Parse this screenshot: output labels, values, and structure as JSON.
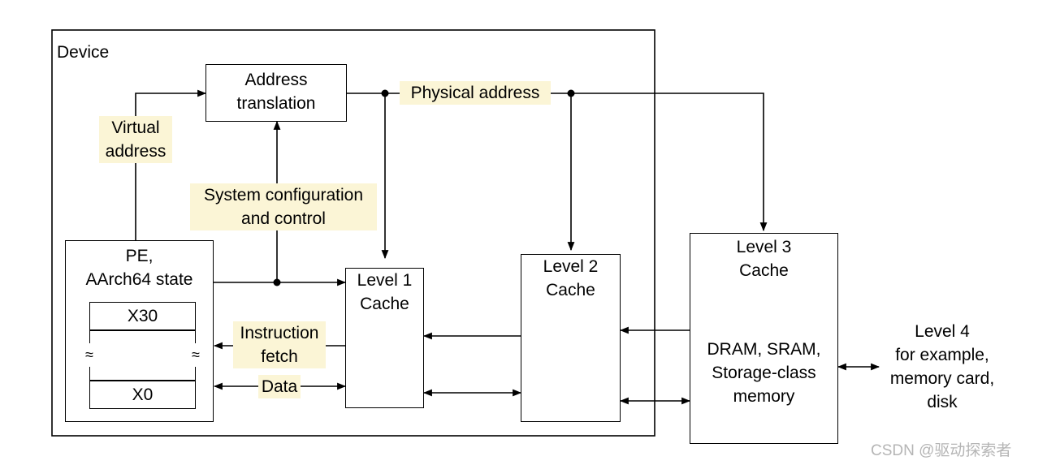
{
  "device_label": "Device",
  "address_translation": [
    "Address",
    "translation"
  ],
  "virtual_address": [
    "Virtual",
    "address"
  ],
  "physical_address": "Physical address",
  "system_config": [
    "System configuration",
    "and control"
  ],
  "pe": [
    "PE,",
    "AArch64 state"
  ],
  "registers": {
    "top": "X30",
    "bottom": "X0"
  },
  "instruction_fetch": [
    "Instruction",
    "fetch"
  ],
  "data_label": "Data",
  "level1": [
    "Level 1",
    "Cache"
  ],
  "level2": [
    "Level 2",
    "Cache"
  ],
  "level3": [
    "Level 3",
    "Cache"
  ],
  "level3_memory": [
    "DRAM, SRAM,",
    "Storage-class",
    "memory"
  ],
  "level4": [
    "Level 4",
    "for example,",
    "memory card,",
    "disk"
  ],
  "watermark": "CSDN @驱动探索者"
}
